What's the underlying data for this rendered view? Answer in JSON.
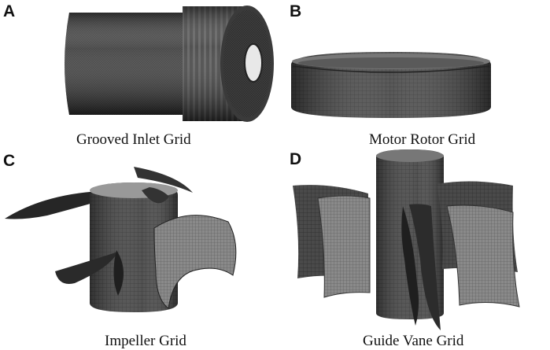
{
  "panels": [
    {
      "letter": "A",
      "caption": "Grooved Inlet Grid"
    },
    {
      "letter": "B",
      "caption": "Motor Rotor Grid"
    },
    {
      "letter": "C",
      "caption": "Impeller Grid"
    },
    {
      "letter": "D",
      "caption": "Guide Vane Grid"
    }
  ]
}
